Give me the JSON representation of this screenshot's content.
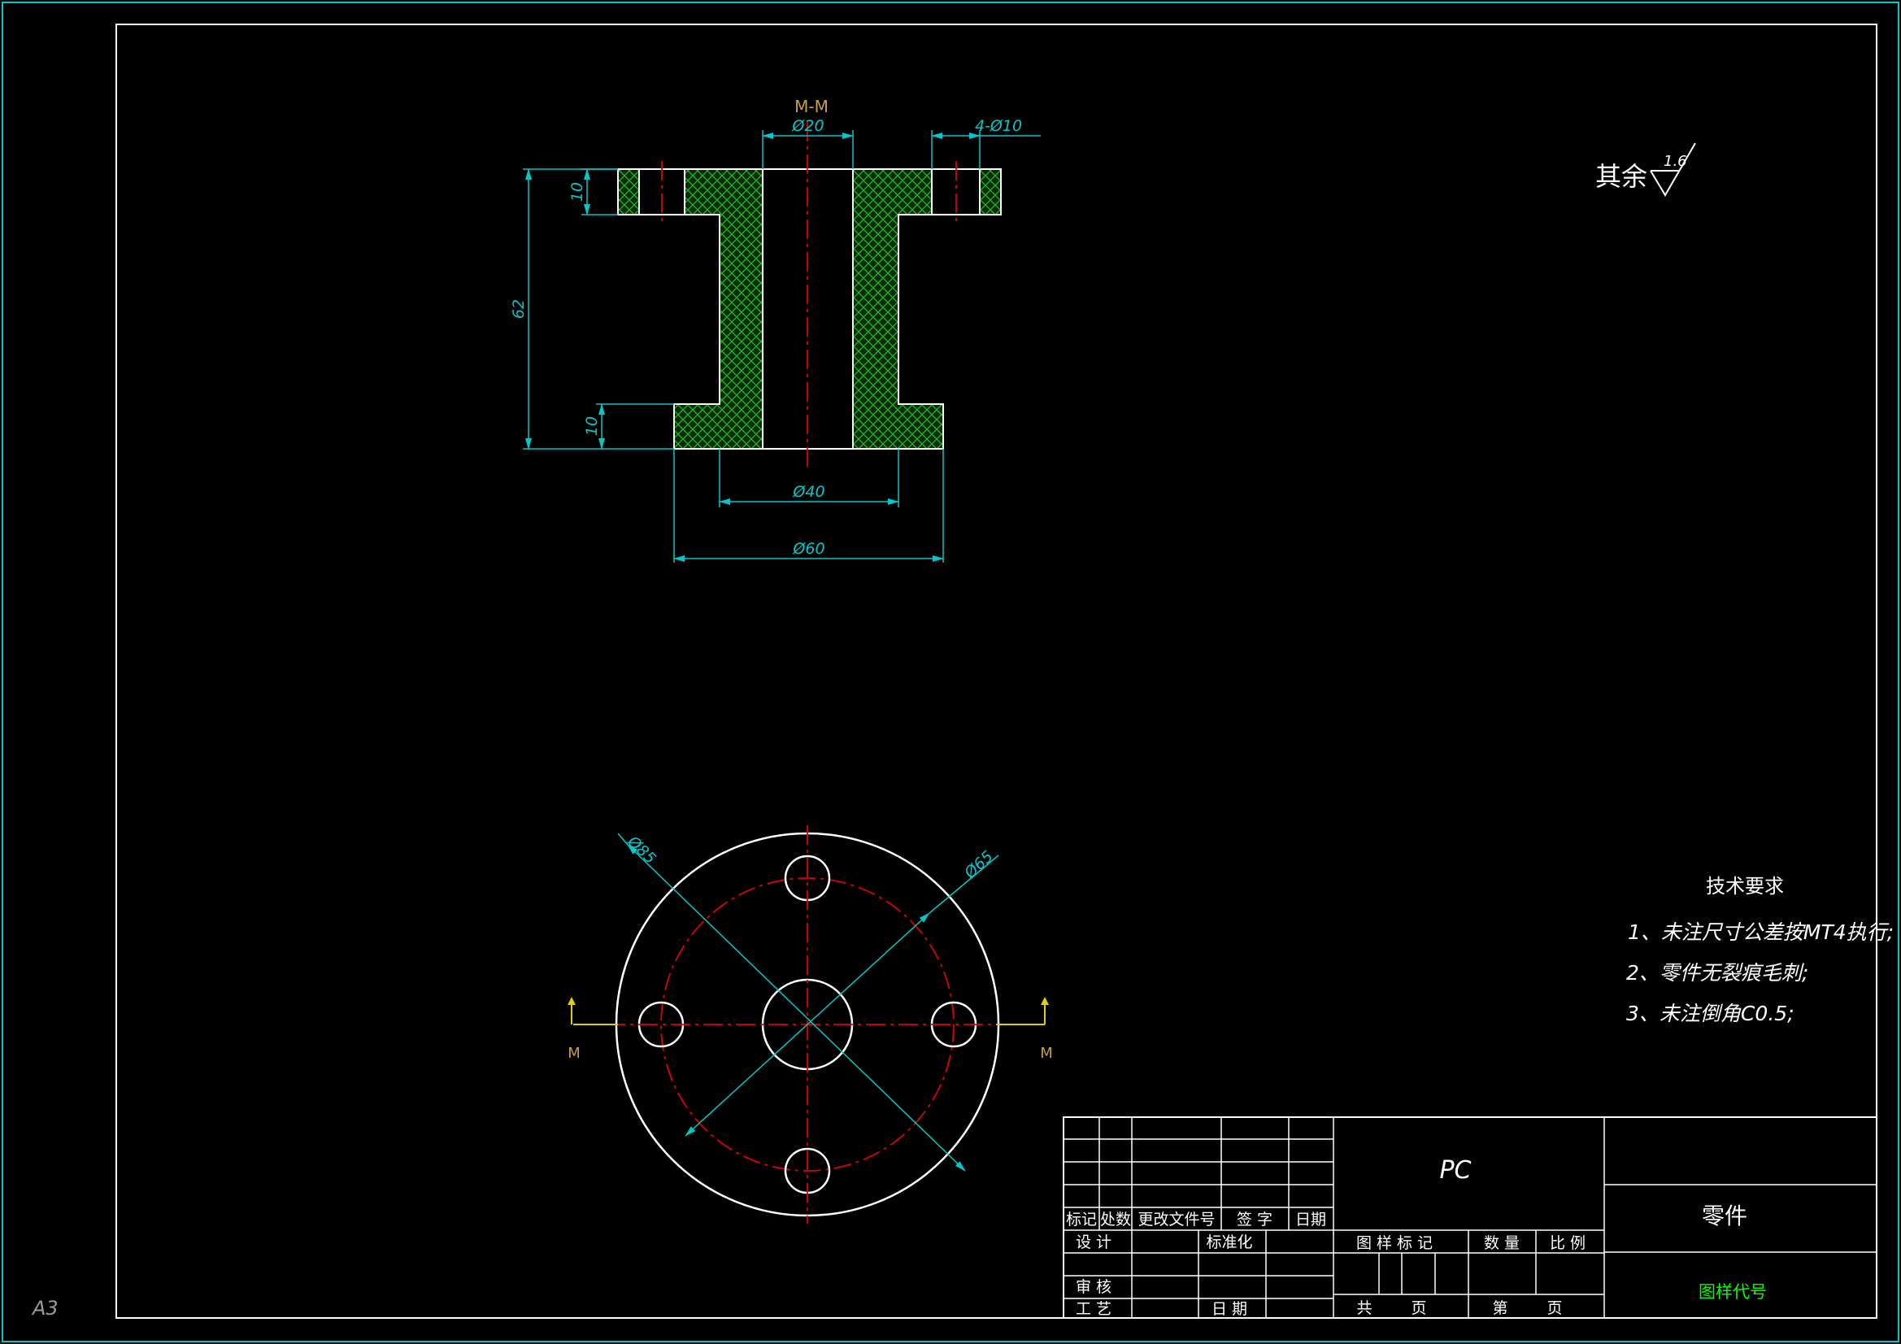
{
  "sheet": {
    "size_label": "A3"
  },
  "section_view": {
    "title": "M-M",
    "dims": {
      "bore": "Ø20",
      "holes": "4-Ø10",
      "flange_top": "10",
      "height": "62",
      "flange_bottom": "10",
      "hub": "Ø40",
      "base": "Ø60"
    }
  },
  "plan_view": {
    "dims": {
      "outer": "Ø85",
      "pitch": "Ø65"
    },
    "cut_label_left": "M",
    "cut_label_right": "M"
  },
  "roughness": {
    "label": "其余",
    "value": "1.6"
  },
  "tech_req": {
    "title": "技术要求",
    "items": [
      "1、未注尺寸公差按MT4执行;",
      "2、零件无裂痕毛刺;",
      "3、未注倒角C0.5;"
    ]
  },
  "title_block": {
    "material": "PC",
    "part_name": "零件",
    "drawing_code": "图样代号",
    "rev": {
      "mark": "标记",
      "count": "处数",
      "doc": "更改文件号",
      "sign": "签 字",
      "date": "日期"
    },
    "design": "设 计",
    "standard": "标准化",
    "review": "审 核",
    "process": "工 艺",
    "date2": "日 期",
    "pattern_mark": "图 样 标 记",
    "quantity": "数 量",
    "scale": "比 例",
    "total": "共",
    "page": "页",
    "sheet_no": "第",
    "page2": "页"
  },
  "colors": {
    "border": "#ffffff",
    "frame": "#00c8c8",
    "dimension": "#00c8c8",
    "centerline": "#e00000",
    "hatch": "#1fb81f",
    "cutline": "#e0d000",
    "code_text": "#00ff00"
  }
}
